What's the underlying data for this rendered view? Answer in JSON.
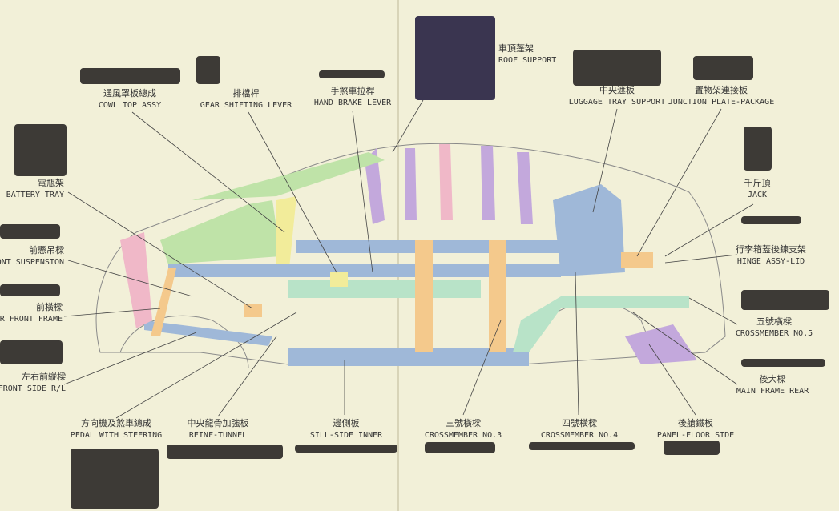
{
  "labels": {
    "cowl": {
      "zh": "通風罩板總成",
      "en": "COWL TOP ASSY"
    },
    "gear": {
      "zh": "排檔桿",
      "en": "GEAR SHIFTING LEVER"
    },
    "brake": {
      "zh": "手煞車拉桿",
      "en": "HAND BRAKE LEVER"
    },
    "roof": {
      "zh": "車頂蓬架",
      "en": "ROOF SUPPORT"
    },
    "luggage": {
      "zh": "中央遮板",
      "en": "LUGGAGE TRAY SUPPORT"
    },
    "junction": {
      "zh": "置物架連接板",
      "en": "JUNCTION PLATE-PACKAGE"
    },
    "battery": {
      "zh": "電瓶架",
      "en": "BATTERY TRAY"
    },
    "suspension": {
      "zh": "前懸吊樑",
      "en": "RONT SUSPENSION"
    },
    "frontframe": {
      "zh": "前橫樑",
      "en": "BER FRONT FRAME"
    },
    "frontside": {
      "zh": "左右前縱樑",
      "en": "R FRONT SIDE R/L"
    },
    "jack": {
      "zh": "千斤頂",
      "en": "JACK"
    },
    "hinge": {
      "zh": "行李箱蓋後鍊支架",
      "en": "HINGE ASSY-LID"
    },
    "cm5": {
      "zh": "五號橫樑",
      "en": "CROSSMEMBER NO.5"
    },
    "mainrear": {
      "zh": "後大樑",
      "en": "MAIN FRAME REAR"
    },
    "pedal": {
      "zh": "方向機及煞車總成",
      "en": "PEDAL WITH STEERING"
    },
    "tunnel": {
      "zh": "中央龍骨加強板",
      "en": "REINF-TUNNEL"
    },
    "sill": {
      "zh": "邊側板",
      "en": "SILL-SIDE INNER"
    },
    "cm3": {
      "zh": "三號橫樑",
      "en": "CROSSMEMBER NO.3"
    },
    "cm4": {
      "zh": "四號橫樑",
      "en": "CROSSMEMBER NO.4"
    },
    "floor": {
      "zh": "後艙鐵板",
      "en": "PANEL-FLOOR SIDE"
    }
  },
  "colors": {
    "blue": "#9fb8d8",
    "green": "#bfe3a8",
    "pink": "#f0b8c8",
    "purple": "#c3a8dc",
    "orange": "#f4c98c",
    "yellow": "#f2ec9a",
    "mint": "#b8e3c8"
  }
}
